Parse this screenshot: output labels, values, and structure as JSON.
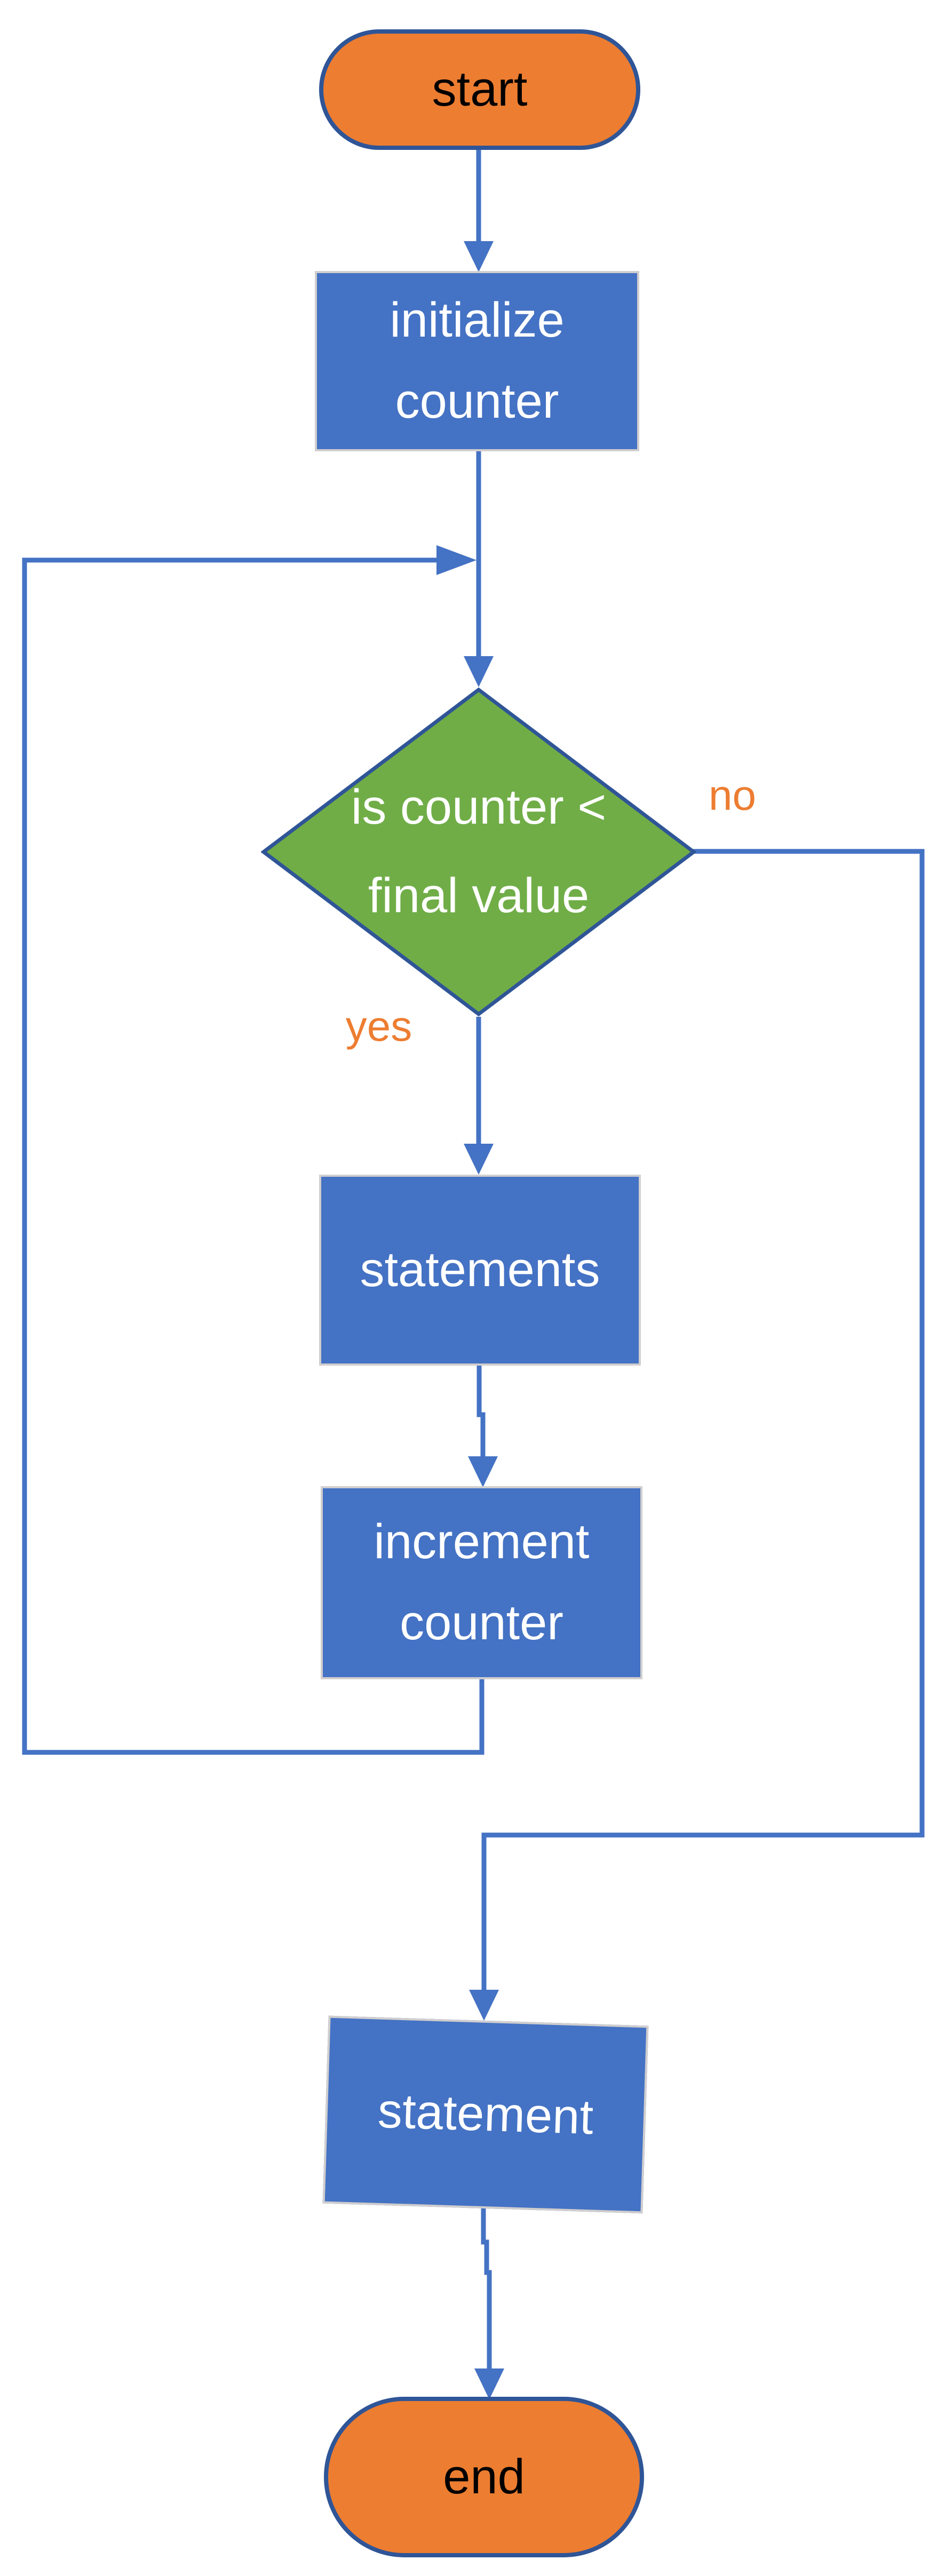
{
  "colors": {
    "background": "#FFFFFF",
    "orange": "#ED7D31",
    "blue": "#4472C4",
    "green": "#70AD47",
    "navy": "#2F5597",
    "box-border": "#D0CECE",
    "connector": "#4472C4",
    "label-orange": "#ED7D31",
    "text-dark": "#000000",
    "text-light": "#FFFFFF"
  },
  "diagram": {
    "type": "flowchart",
    "nodes": {
      "start": {
        "shape": "stadium",
        "lines": [
          "start"
        ]
      },
      "initialize": {
        "shape": "process",
        "lines": [
          "initialize",
          "counter"
        ]
      },
      "decision": {
        "shape": "decision",
        "lines": [
          "is counter <",
          "final value"
        ]
      },
      "statements": {
        "shape": "process",
        "lines": [
          "statements"
        ]
      },
      "increment": {
        "shape": "process",
        "lines": [
          "increment",
          "counter"
        ]
      },
      "statement": {
        "shape": "process",
        "lines": [
          "statement"
        ]
      },
      "end": {
        "shape": "stadium",
        "lines": [
          "end"
        ]
      }
    },
    "edges": {
      "start_to_initialize": {
        "from": "start",
        "to": "initialize",
        "label": ""
      },
      "initialize_to_decision": {
        "from": "initialize",
        "to": "decision",
        "label": ""
      },
      "yes": {
        "from": "decision",
        "to": "statements",
        "label": "yes"
      },
      "statements_to_increment": {
        "from": "statements",
        "to": "increment",
        "label": ""
      },
      "increment_loop_back": {
        "from": "increment",
        "to": "decision",
        "label": ""
      },
      "no": {
        "from": "decision",
        "to": "statement",
        "label": "no"
      },
      "statement_to_end": {
        "from": "statement",
        "to": "end",
        "label": ""
      }
    }
  }
}
